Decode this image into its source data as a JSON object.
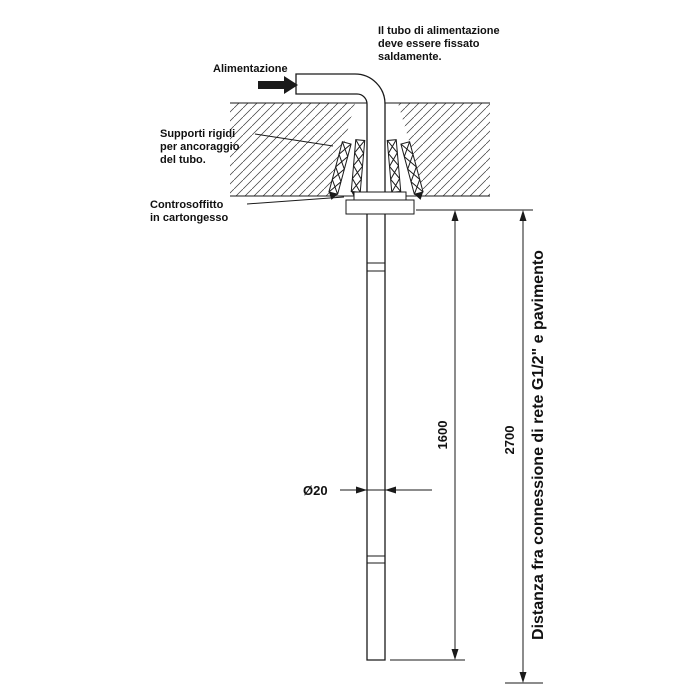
{
  "note": {
    "line1": "Il tubo di alimentazione",
    "line2": "deve essere fissato",
    "line3": "saldamente."
  },
  "labels": {
    "alimentazione": "Alimentazione",
    "supporti_1": "Supporti rigidi",
    "supporti_2": "per ancoraggio",
    "supporti_3": "del tubo.",
    "controsoffitto_1": "Controsoffitto",
    "controsoffitto_2": "in cartongesso",
    "diameter": "Ø20",
    "dim_1600": "1600",
    "dim_2700": "2700",
    "distanza": "Distanza fra connessione di rete G1/2\" e pavimento"
  },
  "colors": {
    "line": "#1a1a1a",
    "background": "#ffffff"
  }
}
